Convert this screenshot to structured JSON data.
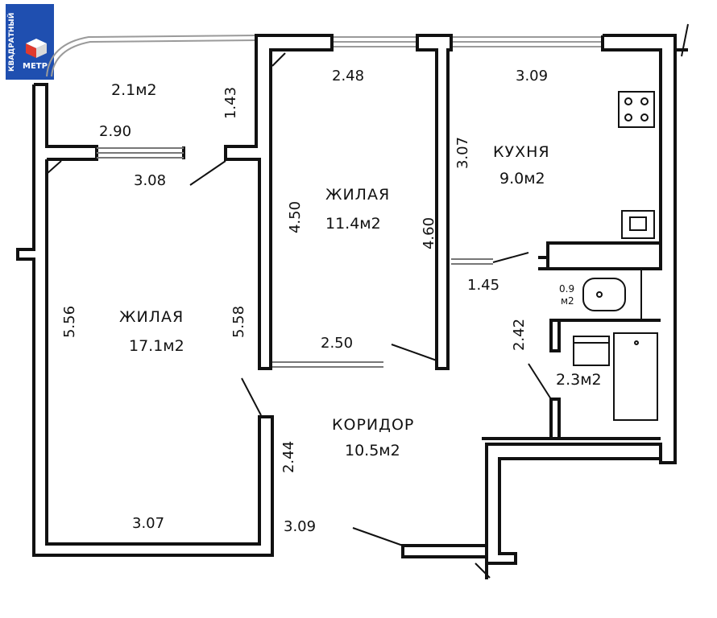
{
  "logo": {
    "line1": "КВАДРАТНЫЙ",
    "line2": "МЕТР"
  },
  "rooms": {
    "balcony_area": "2.1м2",
    "living_large_title": "ЖИЛАЯ",
    "living_large_area": "17.1м2",
    "living_small_title": "ЖИЛАЯ",
    "living_small_area": "11.4м2",
    "kitchen_title": "КУХНЯ",
    "kitchen_area": "9.0м2",
    "corridor_title": "КОРИДОР",
    "corridor_area": "10.5м2",
    "wc_area_a": "0.9",
    "wc_area_b": "м2",
    "bath_area": "2.3м2"
  },
  "dimensions": {
    "d_2_90": "2.90",
    "d_1_43": "1.43",
    "d_2_48": "2.48",
    "d_3_09_top": "3.09",
    "d_3_08": "3.08",
    "d_3_07_kitchen": "3.07",
    "d_4_50": "4.50",
    "d_4_60": "4.60",
    "d_1_45": "1.45",
    "d_5_56": "5.56",
    "d_5_58": "5.58",
    "d_2_50": "2.50",
    "d_2_42": "2.42",
    "d_2_44": "2.44",
    "d_3_07_bottom": "3.07",
    "d_3_09_bottom": "3.09"
  }
}
